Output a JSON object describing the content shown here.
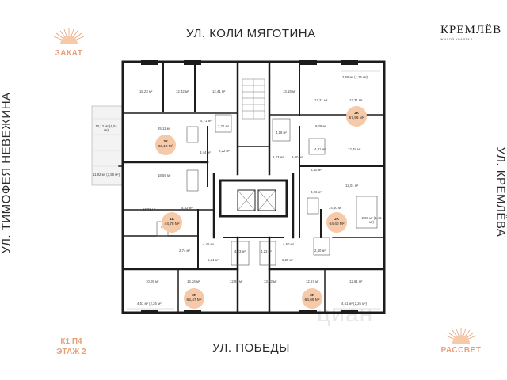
{
  "streets": {
    "top": "УЛ. КОЛИ МЯГОТИНА",
    "bottom": "УЛ. ПОБЕДЫ",
    "left": "УЛ. ТИМОФЕЯ НЕВЕЖИНА",
    "right": "УЛ. КРЕМЛЁВА"
  },
  "sun": {
    "west": "ЗАКАТ",
    "east": "РАССВЕТ"
  },
  "brand": {
    "name": "КРЕМЛЁВ",
    "subtitle": "ЖИЛОЙ КВАРТАЛ"
  },
  "floor_info": {
    "line1": "К1 П4",
    "line2": "ЭТАЖ 2"
  },
  "watermark": "циан",
  "colors": {
    "accent": "#e8a07a",
    "badge": "#f6c9a8",
    "wall": "#1c1c1c"
  },
  "apartments": [
    {
      "type": "3К",
      "area": "83,12 М²"
    },
    {
      "type": "1К",
      "area": "44,78 М²"
    },
    {
      "type": "2К",
      "area": "65,47 М²"
    },
    {
      "type": "2К",
      "area": "64,66 М²"
    },
    {
      "type": "2К",
      "area": "64,40 М²"
    },
    {
      "type": "2К",
      "area": "57,96 М²"
    }
  ],
  "rooms": [
    "15,23 м²",
    "12,42 м²",
    "12,41 м²",
    "13,19 м²",
    "12,31 м²",
    "13,31 м²",
    "2,69 м² (1,35 м²)",
    "10,12 м² (4,04 м²)",
    "25,11 м²",
    "4,71 м²",
    "2,71 м²",
    "4,18 м²",
    "9,28 м²",
    "12,48 м²",
    "4,31 м²",
    "3,44 м²",
    "2,22 м²",
    "2,23 м²",
    "3,00 м²",
    "11,92 м² (3,58 м²)",
    "18,59 м²",
    "5,40 м²",
    "12,01 м²",
    "3,26 м²",
    "13,06 м²",
    "5,43 м²",
    "14,50 м²",
    "2,88 м² (1,45 м²)",
    "4,16 м²",
    "2,74 м²",
    "4,46 м²",
    "4,23 м²",
    "4,23 м²",
    "4,50 м²",
    "2,40 м²",
    "6,34 м²",
    "6,28 м²",
    "10,09 м²",
    "14,26 м²",
    "12,92 м²",
    "13,33 м²",
    "12,67 м²",
    "12,61 м²",
    "4,51 м² (2,26 м²)",
    "4,51 м² (2,26 м²)"
  ]
}
